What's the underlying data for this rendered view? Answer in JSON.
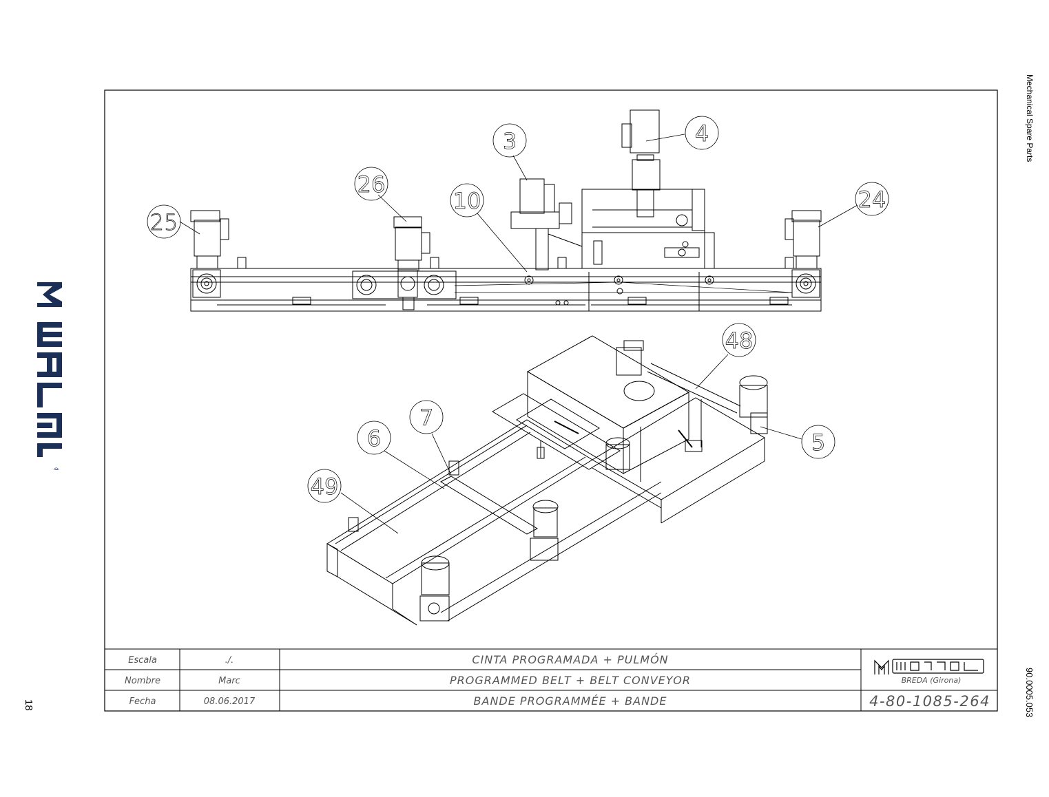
{
  "page": {
    "page_number": "18",
    "document_code": "90.0005.053",
    "side_title": "Mechanical Spare Parts"
  },
  "brand": {
    "name": "Metal",
    "registered_mark": "®",
    "color": "#1b2f57"
  },
  "callouts": {
    "top_view": [
      "25",
      "26",
      "10",
      "3",
      "4",
      "24"
    ],
    "iso_view": [
      "48",
      "7",
      "6",
      "5",
      "49"
    ]
  },
  "title_block": {
    "rows": [
      {
        "label": "Escala",
        "value": "./.",
        "title": "CINTA PROGRAMADA + PULMÓN"
      },
      {
        "label": "Nombre",
        "value": "Marc",
        "title": "PROGRAMMED BELT + BELT CONVEYOR"
      },
      {
        "label": "Fecha",
        "value": "08.06.2017",
        "title": "BANDE PROGRAMMÉE + BANDE"
      }
    ],
    "company_logo": "Metal",
    "company_location": "BREDA (Girona)",
    "drawing_number": "4-80-1085-264"
  }
}
